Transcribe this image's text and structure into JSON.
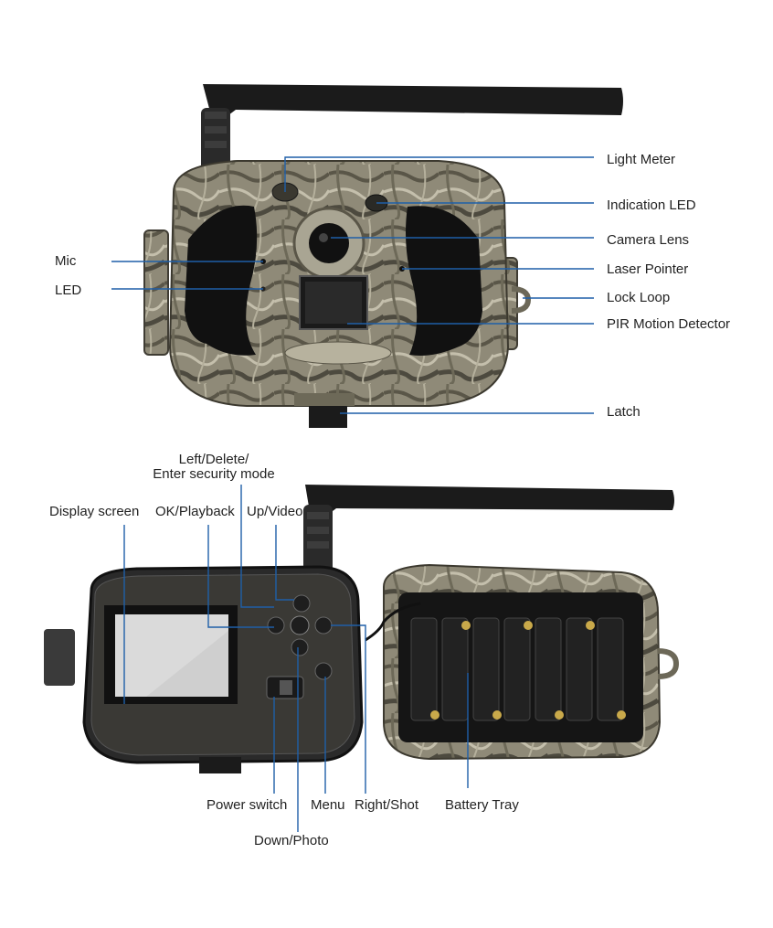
{
  "colors": {
    "camo_base": "#8f8a78",
    "camo_dark": "#4d4a3f",
    "camo_light": "#c4bfac",
    "black_panel": "#111111",
    "antenna": "#1b1b1b",
    "callout_line": "#1f5fa8",
    "screen": "#cfcfcf"
  },
  "front_view": {
    "labels": {
      "light_meter": "Light Meter",
      "indication_led": "Indication LED",
      "camera_lens": "Camera Lens",
      "laser_pointer": "Laser Pointer",
      "lock_loop": "Lock Loop",
      "pir_motion_detector": "PIR Motion Detector",
      "latch": "Latch",
      "mic": "Mic",
      "led": "LED"
    }
  },
  "back_view": {
    "labels": {
      "left_delete_line1": "Left/Delete/",
      "left_delete_line2": "Enter security mode",
      "display_screen": "Display screen",
      "ok_playback": "OK/Playback",
      "up_video": "Up/Video",
      "power_switch": "Power switch",
      "menu": "Menu",
      "right_shot": "Right/Shot",
      "battery_tray": "Battery Tray",
      "down_photo": "Down/Photo"
    }
  },
  "icons": [
    "antenna-icon",
    "camera-lens-icon",
    "battery-icon"
  ]
}
